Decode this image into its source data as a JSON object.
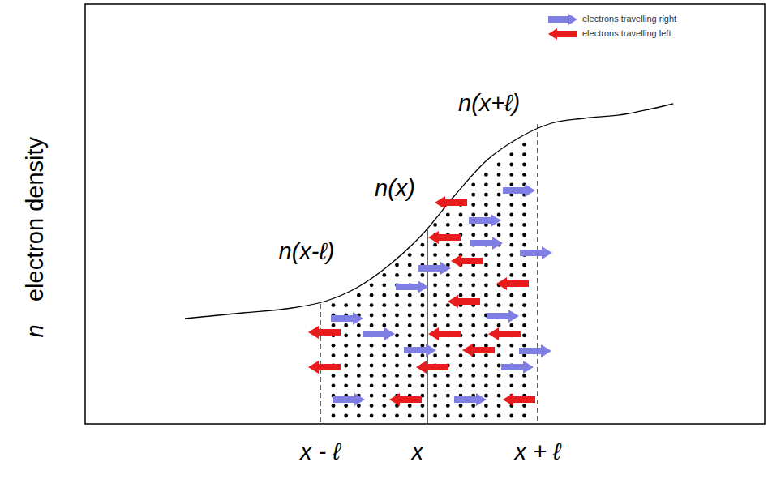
{
  "diagram": {
    "labels": [
      "n(x+ℓ)",
      "n(x)",
      "n(x-ℓ)",
      "n",
      "electron density",
      "x - ℓ",
      "x",
      "x + ℓ"
    ],
    "legend": [
      {
        "text": "electrons travelling right",
        "color": "#7f7fe3"
      },
      {
        "text": "electrons travelling left",
        "color": "#e81c1c"
      }
    ]
  }
}
